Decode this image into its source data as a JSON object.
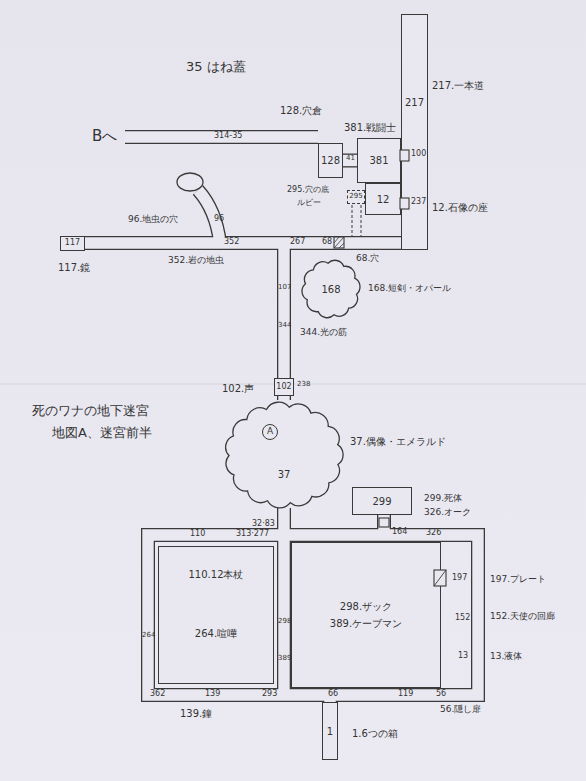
{
  "diagram": {
    "title": "死のワナの地下迷宮",
    "nodes": [
      {
        "text": [
          "217"
        ]
      },
      {
        "text": [
          "128"
        ]
      },
      {
        "text": [
          "381"
        ]
      },
      {
        "text": [
          "295"
        ]
      },
      {
        "text": [
          "12"
        ]
      },
      {
        "text": [
          "117"
        ]
      },
      {
        "text": [
          "168"
        ]
      },
      {
        "text": [
          "102"
        ]
      },
      {
        "text": [
          "37"
        ]
      },
      {
        "text": [
          "A"
        ],
        "in": 8
      },
      {
        "text": [
          "299"
        ]
      },
      {
        "text": [
          "110.12本杖",
          "264.喧嘩"
        ]
      },
      {
        "text": [
          "298.ザック",
          "389.ケーブマン"
        ]
      },
      {
        "text": [
          "1"
        ]
      }
    ],
    "edges": [
      {
        "from": 1,
        "to": 2,
        "arrow": "none"
      },
      {
        "from": 7,
        "to": 8,
        "arrow": "none"
      }
    ],
    "labels": [
      "35 はね蓋",
      "217.一本道",
      "128.穴倉",
      "381.戦闘士",
      "Bへ",
      "314-35",
      "100",
      "41",
      "295.穴の底",
      "ルビー",
      "237",
      "12.石像の座",
      "96.地虫の穴",
      "96",
      "352",
      "267",
      "68",
      "68.穴",
      "352.岩の地虫",
      "117.鏡",
      "107",
      "168.短剣・オパール",
      "344",
      "344.光の筋",
      "102.声",
      "238",
      "地図A、迷宮前半",
      "37.偶像・エメラルド",
      "299.死体",
      "326.オーク",
      "32·83",
      "164",
      "326",
      "110",
      "313·277",
      "197",
      "197.プレート",
      "152",
      "152.天使の回廊",
      "298",
      "264",
      "13",
      "13.液体",
      "389",
      "362",
      "139",
      "293",
      "66",
      "119",
      "56",
      "139.鐘",
      "56.隠し扉",
      "1.6つの箱"
    ]
  }
}
